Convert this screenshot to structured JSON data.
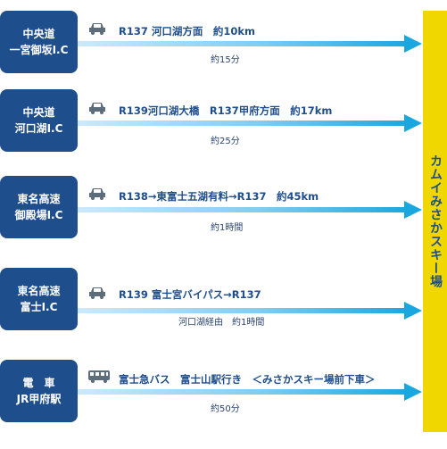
{
  "destination": {
    "label": "カムイみさかスキー場"
  },
  "routes": [
    {
      "origin_line1": "中央道",
      "origin_line2": "一宮御坂I.C",
      "route_label": "R137 河口湖方面　約10km",
      "time_label": "約15分",
      "icon": "car-icon"
    },
    {
      "origin_line1": "中央道",
      "origin_line2": "河口湖I.C",
      "route_label": "R139河口湖大橋　R137甲府方面　約17km",
      "time_label": "約25分",
      "icon": "car-icon"
    },
    {
      "origin_line1": "東名高速",
      "origin_line2": "御殿場I.C",
      "route_label": "R138→東富士五湖有料→R137　約45km",
      "time_label": "約1時間",
      "icon": "car-icon"
    },
    {
      "origin_line1": "東名高速",
      "origin_line2": "富士I.C",
      "route_label": "R139 富士宮バイパス→R137",
      "time_label": "河口湖経由　約1時間",
      "icon": "car-icon"
    },
    {
      "origin_line1": "電　車",
      "origin_line2": "JR甲府駅",
      "route_label": "富士急バス　富士山駅行き　＜みさかスキー場前下車＞",
      "time_label": "約50分",
      "icon": "bus-icon"
    }
  ],
  "colors": {
    "origin_box": "#1f4e8c",
    "destination_bar": "#f1d700",
    "arrow_light": "#cde9fb",
    "arrow_dark": "#1aa7e0"
  }
}
